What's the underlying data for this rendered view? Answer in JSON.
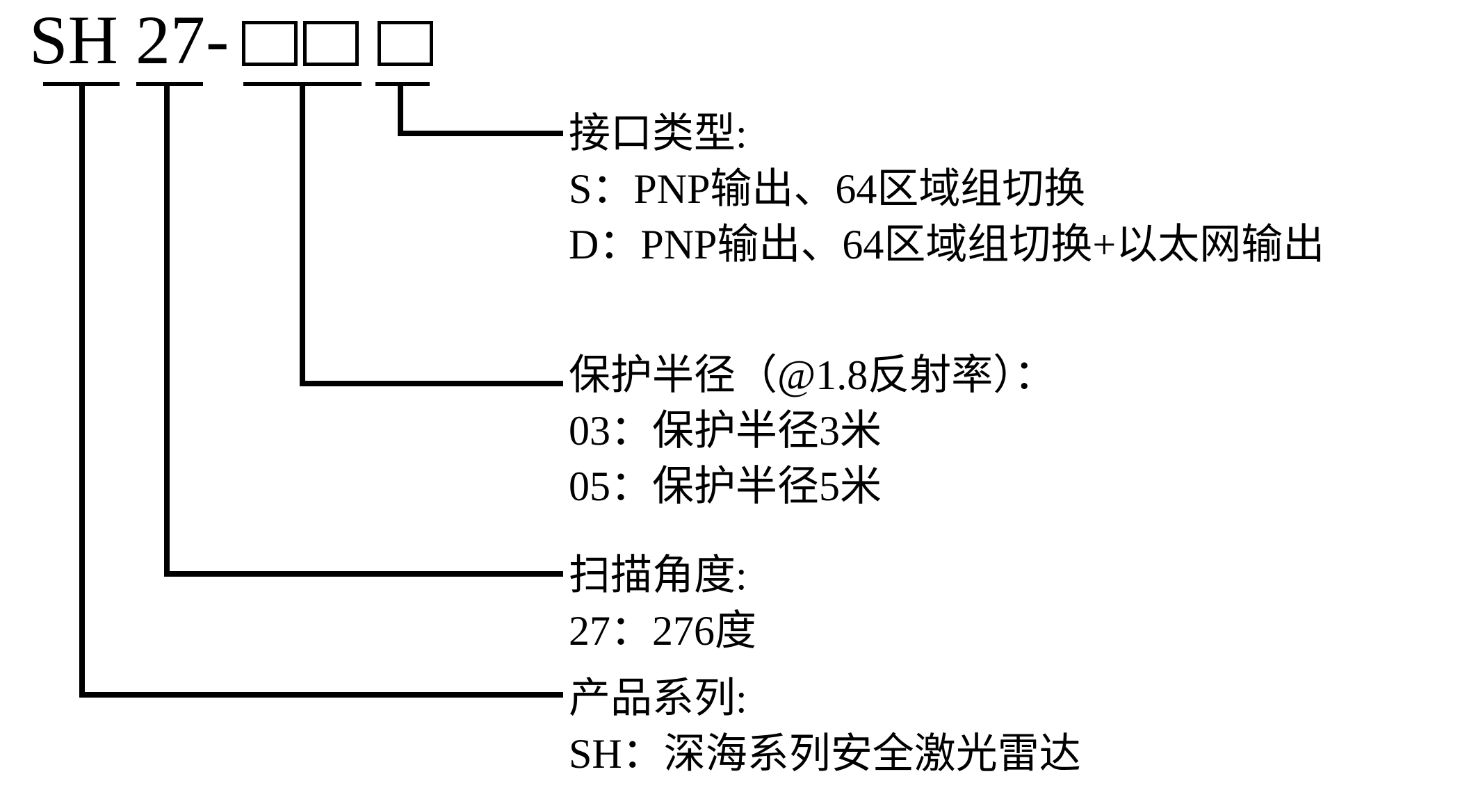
{
  "model_code": {
    "prefix": "SH",
    "angle": "27",
    "dash": "-"
  },
  "groups": [
    {
      "title": "接口类型:",
      "options": [
        "S：PNP输出、64区域组切换",
        "D：PNP输出、64区域组切换+以太网输出"
      ]
    },
    {
      "title": "保护半径（@1.8反射率）：",
      "options": [
        "03：保护半径3米",
        "05：保护半径5米"
      ]
    },
    {
      "title": "扫描角度:",
      "options": [
        "27：276度"
      ]
    },
    {
      "title": "产品系列:",
      "options": [
        "SH：深海系列安全激光雷达"
      ]
    }
  ]
}
